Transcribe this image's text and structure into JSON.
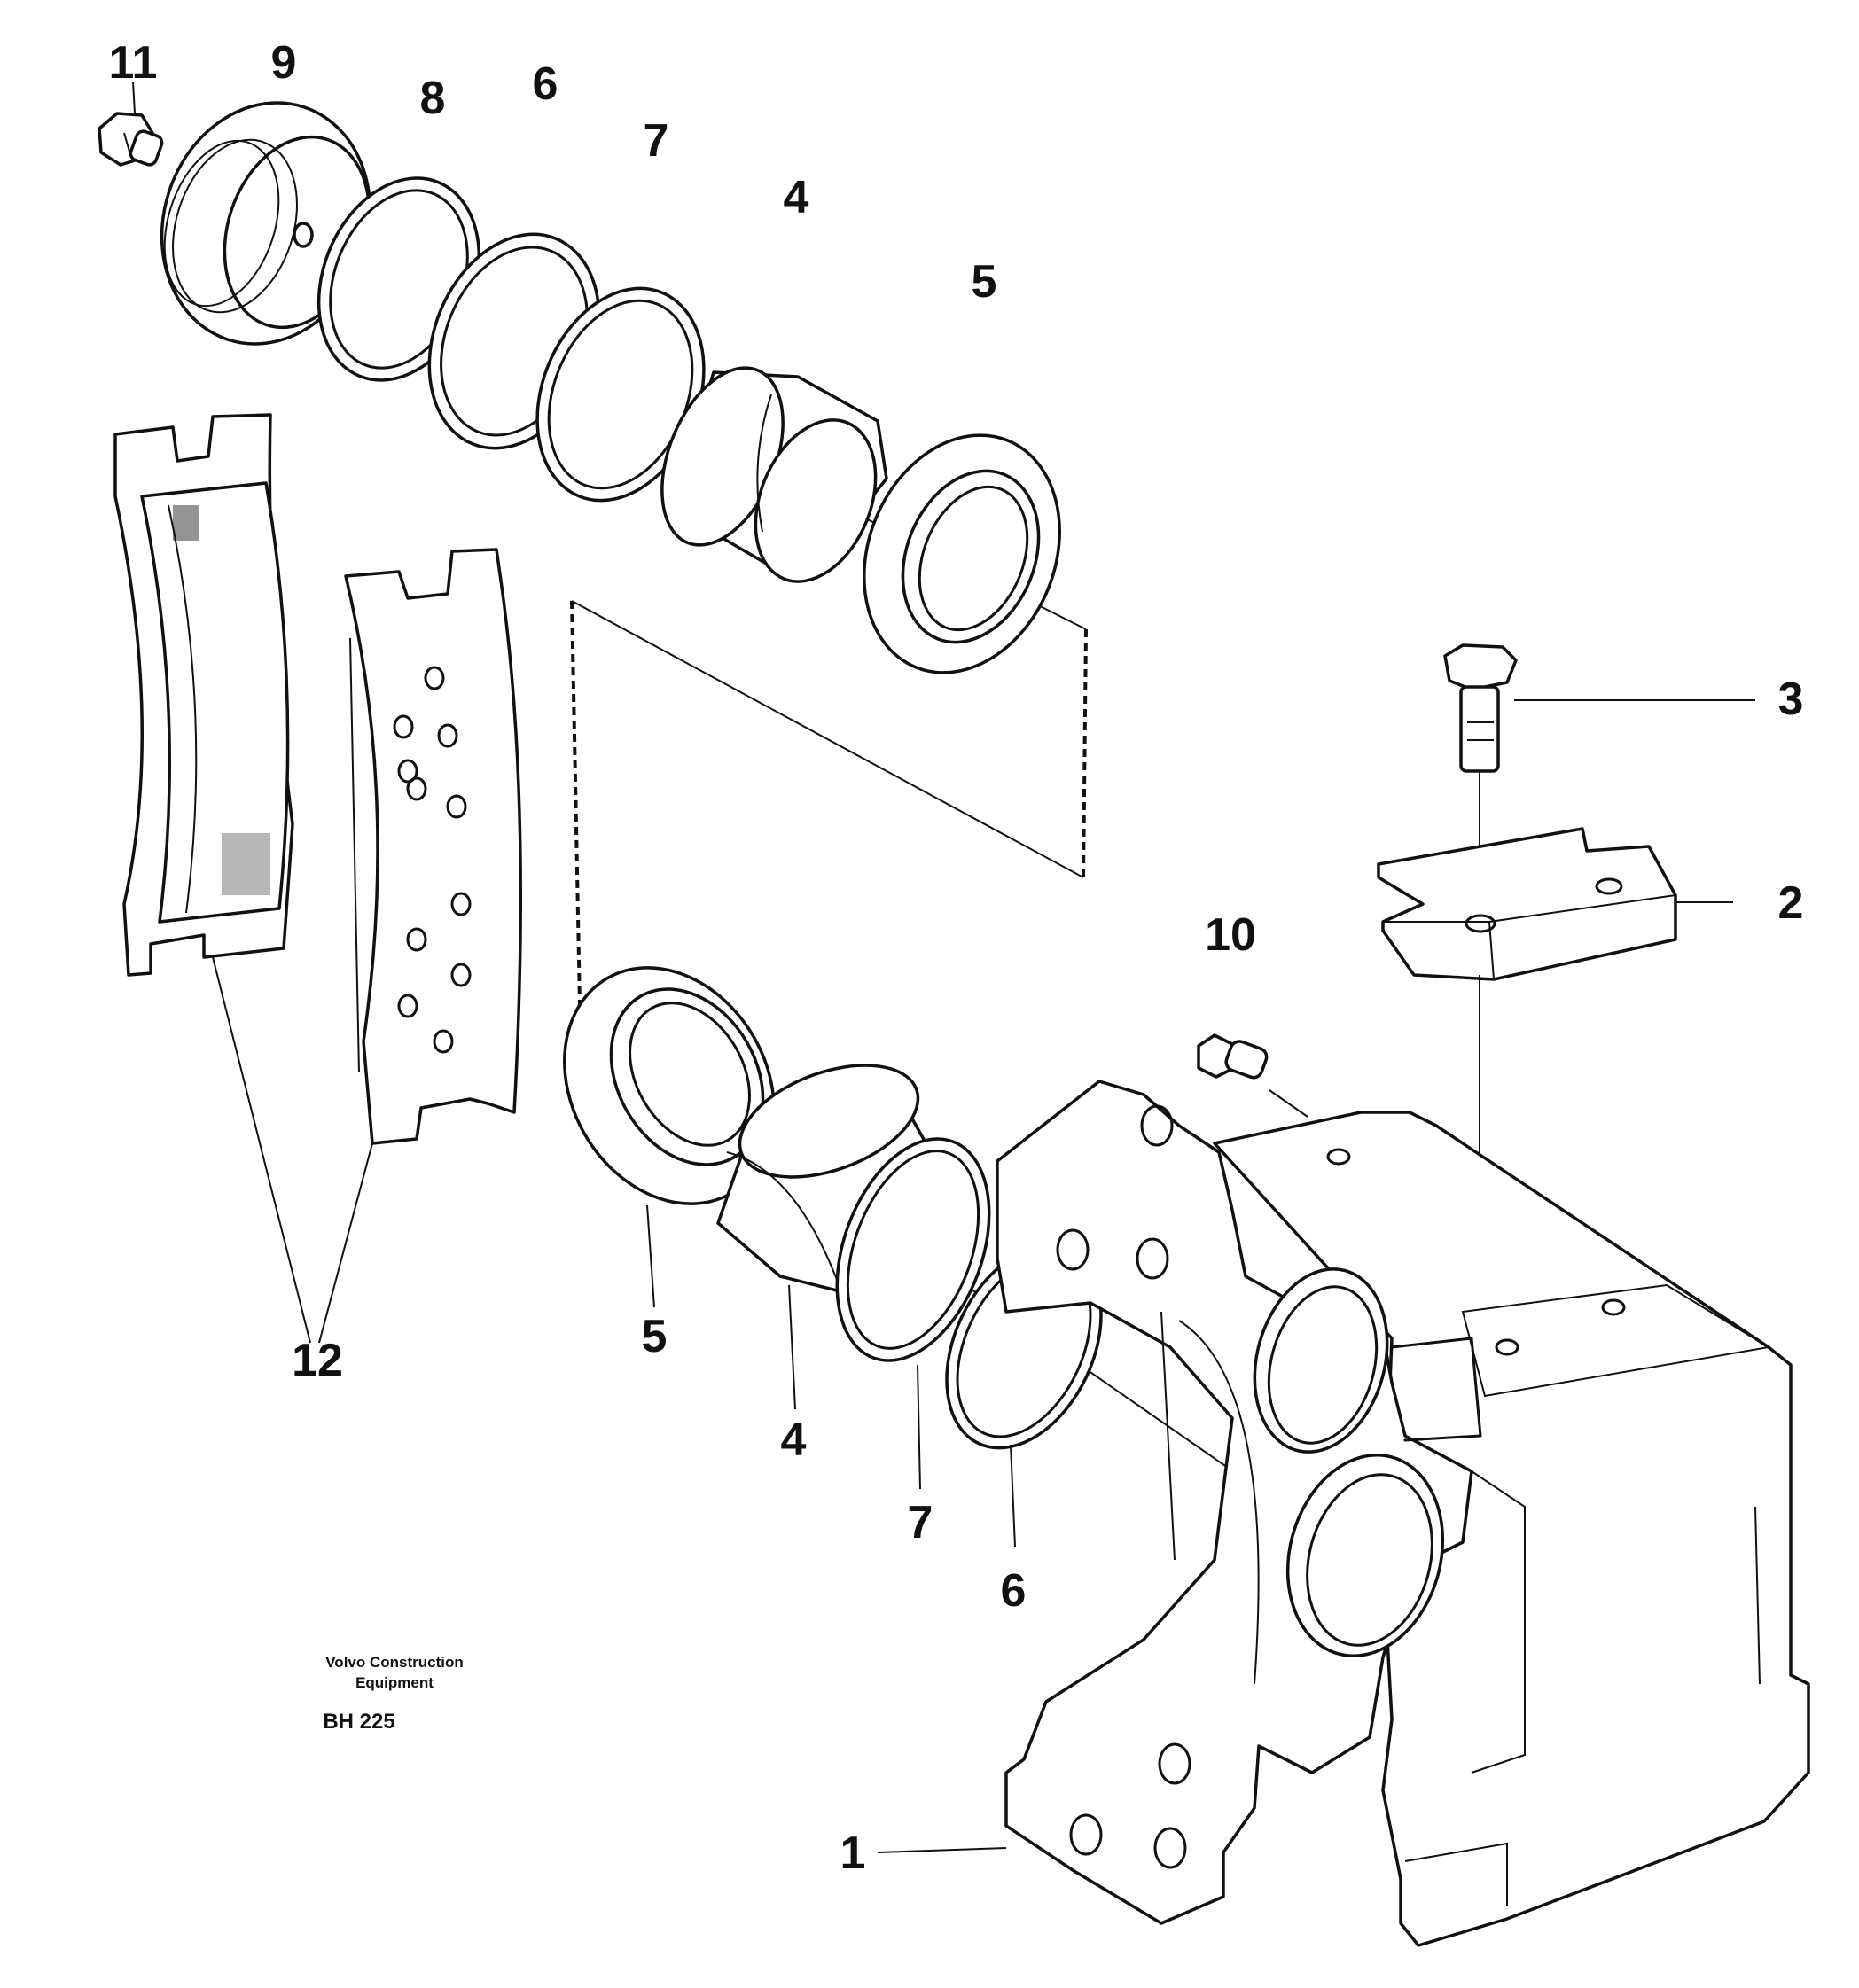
{
  "diagram": {
    "callouts": [
      "11",
      "9",
      "8",
      "6",
      "7",
      "4",
      "5",
      "3",
      "2",
      "10",
      "12",
      "5",
      "4",
      "7",
      "6",
      "1"
    ],
    "brand_line1": "Volvo Construction",
    "brand_line2": "Equipment",
    "figure_code": "BH 225"
  }
}
